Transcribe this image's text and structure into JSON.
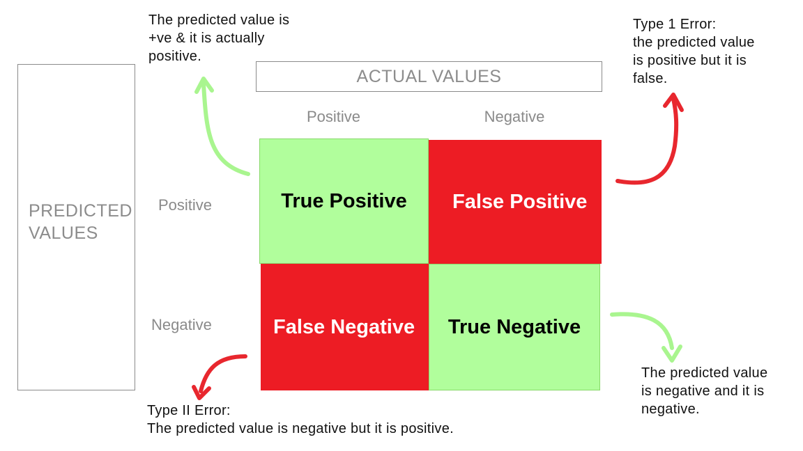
{
  "axes": {
    "actual_title": "ACTUAL VALUES",
    "predicted_title_line1": "PREDICTED",
    "predicted_title_line2": "VALUES",
    "col_positive": "Positive",
    "col_negative": "Negative",
    "row_positive": "Positive",
    "row_negative": "Negative"
  },
  "cells": {
    "true_positive": "True Positive",
    "false_positive": "False Positive",
    "false_negative": "False Negative",
    "true_negative": "True Negative"
  },
  "notes": {
    "true_positive": [
      "The predicted value is",
      "+ve & it is actually",
      "positive."
    ],
    "type1": [
      "Type 1 Error:",
      "the predicted value",
      "is positive but it is",
      "false."
    ],
    "true_negative": [
      "The predicted value",
      "is negative and it is",
      "negative."
    ],
    "type2": [
      "Type II Error:",
      "The predicted value is negative but it is positive."
    ]
  },
  "colors": {
    "correct": "#b1fe9c",
    "error": "#ed1c24",
    "correct_arrow": "#a9f58f",
    "error_arrow": "#e8272e"
  }
}
